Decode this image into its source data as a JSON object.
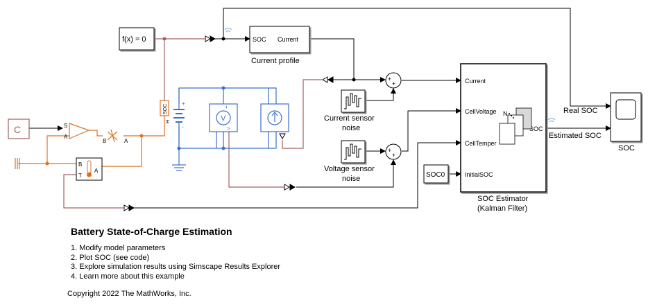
{
  "blocks": {
    "fx": "f(x) = 0",
    "current_profile_port_in": "SOC",
    "current_profile_port_out": "Current",
    "current_profile_label": "Current profile",
    "current_sensor_line1": "Current sensor",
    "current_sensor_line2": "noise",
    "voltage_sensor_line1": "Voltage sensor",
    "voltage_sensor_line2": "noise",
    "soc_estimator_in1": "Current",
    "soc_estimator_in2": "CellVoltage",
    "soc_estimator_in3": "CellTemper",
    "soc_estimator_in4": "InitialSOC",
    "soc_estimator_out": "SOC",
    "soc_estimator_inner_n": "N",
    "soc_estimator_line1": "SOC Estimator",
    "soc_estimator_line2": "(Kalman Filter)",
    "soc0": "SOC0",
    "scope_label": "SOC",
    "sensor_soc": "SOC",
    "sensor_h": "H",
    "voltmeter_symbol": "V",
    "voltmeter_port": ">",
    "const_c": "C",
    "ctrl_s": "S",
    "ctrl_a": "A",
    "cell_b": "B",
    "cell_a": "A",
    "therm_b": "B",
    "therm_t": "T",
    "therm_a": "A",
    "plus1": "+",
    "plus2": "+",
    "plus3": "+",
    "plus4": "+",
    "batt_plus": "+",
    "batt_minus": "-"
  },
  "signals": {
    "real_soc": "Real SOC",
    "estimated_soc": "Estimated SOC"
  },
  "notes": {
    "title": "Battery State-of-Charge Estimation",
    "steps": [
      "1. Modify model parameters",
      "2. Plot SOC (see code)",
      "3. Explore simulation results using Simscape Results Explorer",
      "4. Learn more about this example"
    ],
    "copyright": "Copyright 2022 The MathWorks, Inc."
  },
  "colors": {
    "signal": "#000000",
    "physical_orange": "#e07020",
    "electrical_blue": "#3a6fcc",
    "thermal_brown": "#a06060"
  }
}
